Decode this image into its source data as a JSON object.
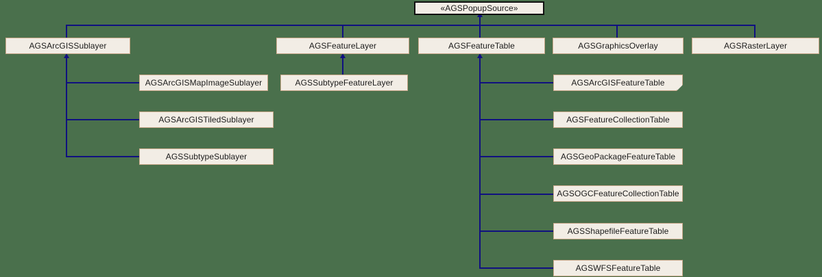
{
  "diagram": {
    "title": "AGSPopupSource inheritance diagram",
    "type": "uml-inheritance",
    "background_color": "#4a704c",
    "node_fill_color": "#f2ede5",
    "node_border_color": "#c9a88a",
    "interface_border_color": "#111111",
    "edge_color": "#101080"
  },
  "nodes": {
    "popup_source": {
      "label": "«AGSPopupSource»",
      "kind": "interface"
    },
    "arcgis_sublayer": {
      "label": "AGSArcGISSublayer",
      "kind": "class"
    },
    "feature_layer": {
      "label": "AGSFeatureLayer",
      "kind": "class"
    },
    "feature_table": {
      "label": "AGSFeatureTable",
      "kind": "class"
    },
    "graphics_overlay": {
      "label": "AGSGraphicsOverlay",
      "kind": "class"
    },
    "raster_layer": {
      "label": "AGSRasterLayer",
      "kind": "class"
    },
    "arcgis_map_image_sublayer": {
      "label": "AGSArcGISMapImageSublayer",
      "kind": "class"
    },
    "arcgis_tiled_sublayer": {
      "label": "AGSArcGISTiledSublayer",
      "kind": "class"
    },
    "subtype_sublayer": {
      "label": "AGSSubtypeSublayer",
      "kind": "class"
    },
    "subtype_feature_layer": {
      "label": "AGSSubtypeFeatureLayer",
      "kind": "class"
    },
    "arcgis_feature_table": {
      "label": "AGSArcGISFeatureTable",
      "kind": "class"
    },
    "feature_collection_table": {
      "label": "AGSFeatureCollectionTable",
      "kind": "class"
    },
    "geopackage_feature_table": {
      "label": "AGSGeoPackageFeatureTable",
      "kind": "class"
    },
    "ogc_feature_collection_table": {
      "label": "AGSOGCFeatureCollectionTable",
      "kind": "class"
    },
    "shapefile_feature_table": {
      "label": "AGSShapefileFeatureTable",
      "kind": "class"
    },
    "wfs_feature_table": {
      "label": "AGSWFSFeatureTable",
      "kind": "class"
    }
  },
  "edges": [
    {
      "from": "arcgis_sublayer",
      "to": "popup_source"
    },
    {
      "from": "feature_layer",
      "to": "popup_source"
    },
    {
      "from": "feature_table",
      "to": "popup_source"
    },
    {
      "from": "graphics_overlay",
      "to": "popup_source"
    },
    {
      "from": "raster_layer",
      "to": "popup_source"
    },
    {
      "from": "arcgis_map_image_sublayer",
      "to": "arcgis_sublayer"
    },
    {
      "from": "arcgis_tiled_sublayer",
      "to": "arcgis_sublayer"
    },
    {
      "from": "subtype_sublayer",
      "to": "arcgis_sublayer"
    },
    {
      "from": "subtype_feature_layer",
      "to": "feature_layer"
    },
    {
      "from": "arcgis_feature_table",
      "to": "feature_table"
    },
    {
      "from": "feature_collection_table",
      "to": "feature_table"
    },
    {
      "from": "geopackage_feature_table",
      "to": "feature_table"
    },
    {
      "from": "ogc_feature_collection_table",
      "to": "feature_table"
    },
    {
      "from": "shapefile_feature_table",
      "to": "feature_table"
    },
    {
      "from": "wfs_feature_table",
      "to": "feature_table"
    }
  ]
}
